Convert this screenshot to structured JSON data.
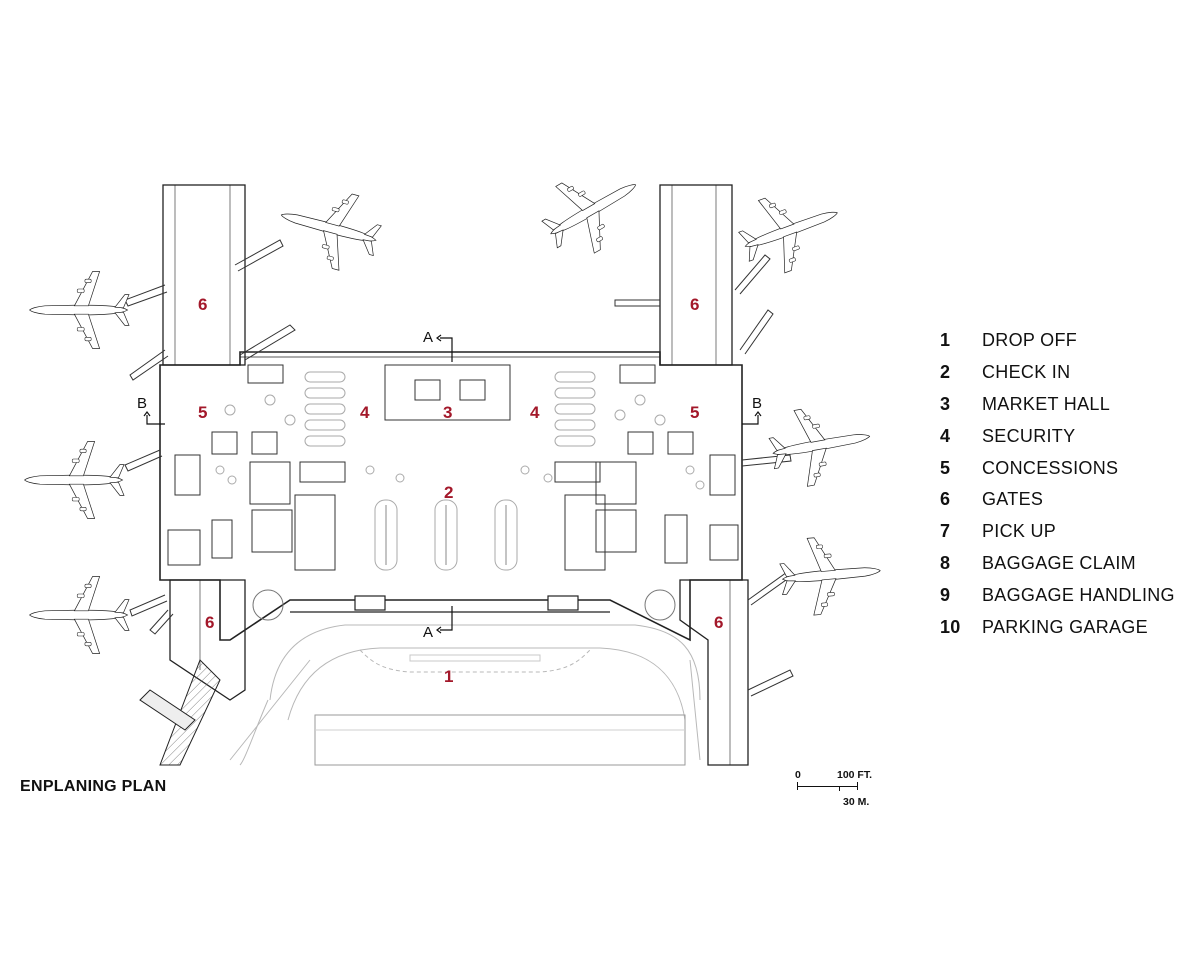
{
  "plan_title": "ENPLANING PLAN",
  "zone_labels": {
    "drop_off": "1",
    "check_in": "2",
    "market_hall": "3",
    "security_left": "4",
    "security_right": "4",
    "concessions_left": "5",
    "concessions_right": "5",
    "gates_nw": "6",
    "gates_ne": "6",
    "gates_sw": "6",
    "gates_se": "6"
  },
  "section_markers": {
    "a_top": "A",
    "a_bottom": "A",
    "b_left": "B",
    "b_right": "B"
  },
  "legend": [
    {
      "num": "1",
      "label": "DROP OFF"
    },
    {
      "num": "2",
      "label": "CHECK IN"
    },
    {
      "num": "3",
      "label": "MARKET HALL"
    },
    {
      "num": "4",
      "label": "SECURITY"
    },
    {
      "num": "5",
      "label": "CONCESSIONS"
    },
    {
      "num": "6",
      "label": "GATES"
    },
    {
      "num": "7",
      "label": "PICK UP"
    },
    {
      "num": "8",
      "label": "BAGGAGE CLAIM"
    },
    {
      "num": "9",
      "label": "BAGGAGE HANDLING"
    },
    {
      "num": "10",
      "label": "PARKING GARAGE"
    }
  ],
  "scale_bar": {
    "zero": "0",
    "feet": "100 FT.",
    "meters": "30 M."
  },
  "colors": {
    "zone_number": "#a3182a",
    "linework": "#222222",
    "light_linework": "#9a9a9a"
  }
}
